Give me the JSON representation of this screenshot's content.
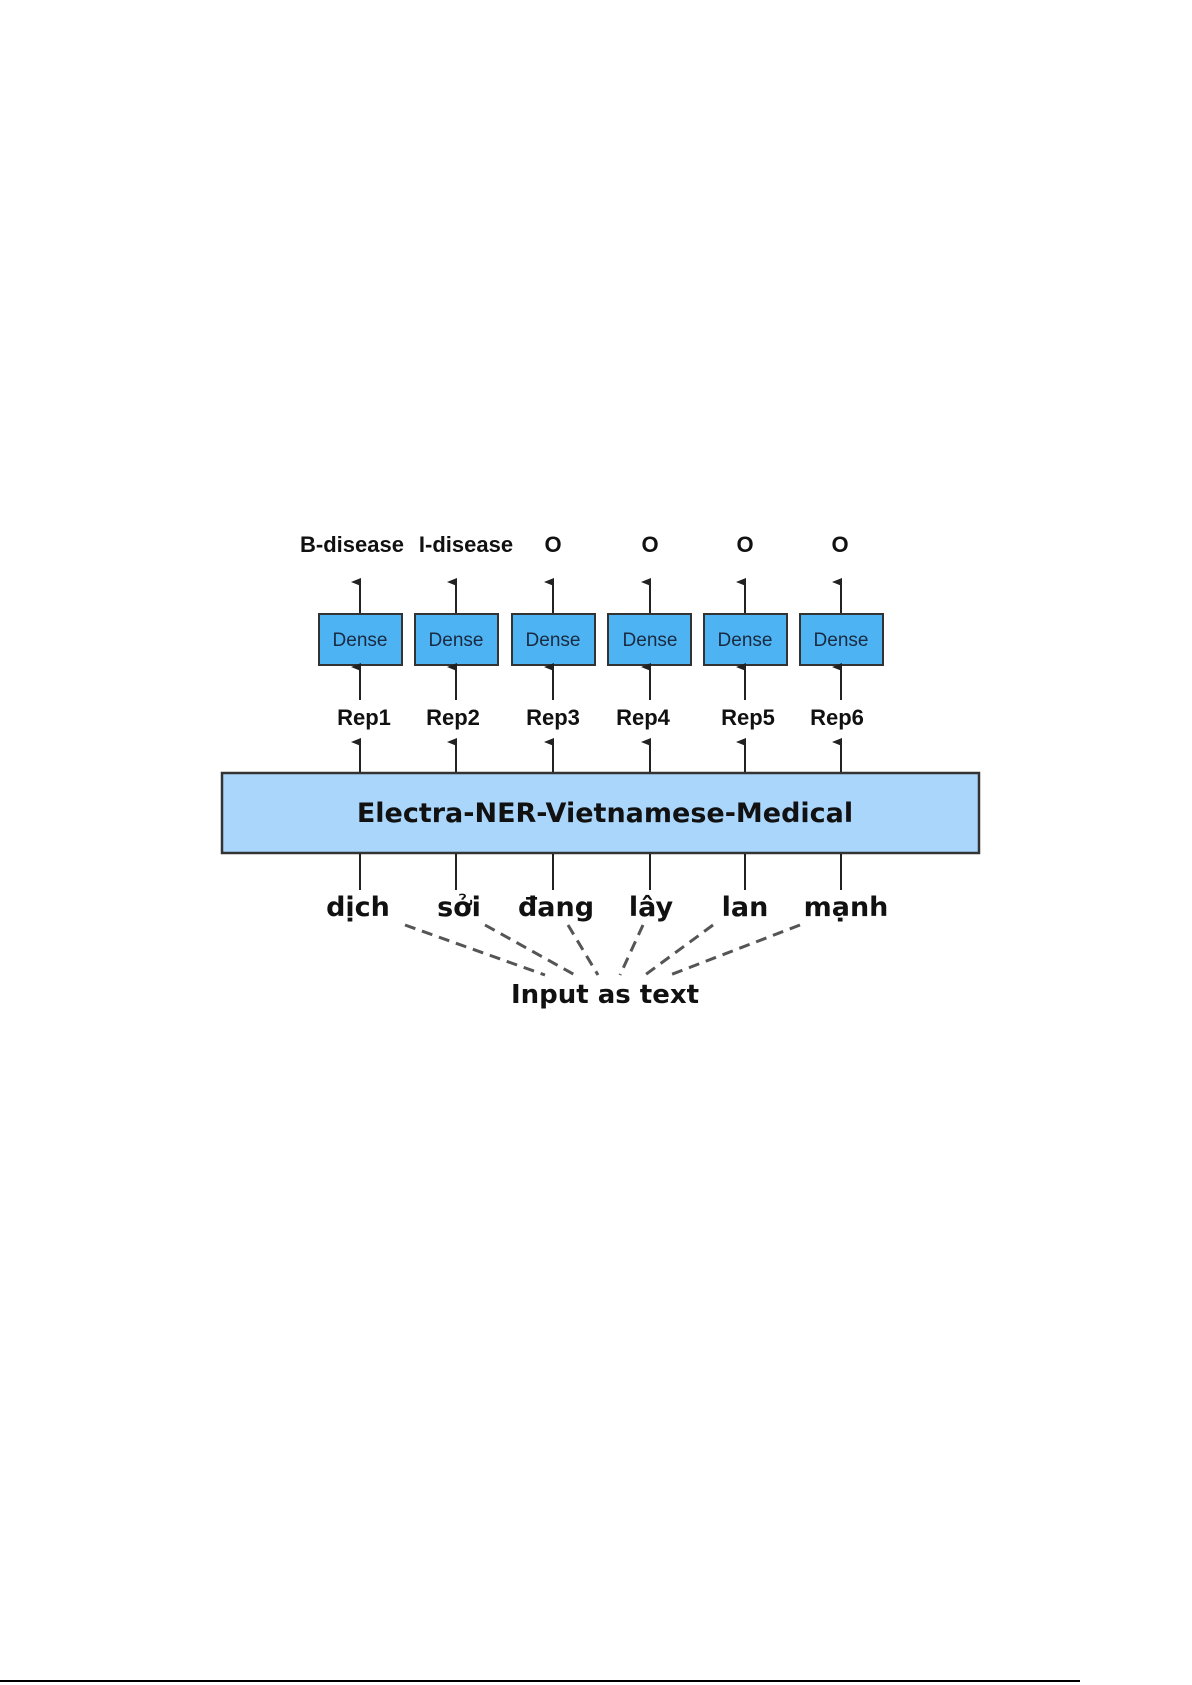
{
  "diagram": {
    "output_tags": [
      "B-disease",
      "I-disease",
      "O",
      "O",
      "O",
      "O"
    ],
    "dense_label": "Dense",
    "reps": [
      "Rep1",
      "Rep2",
      "Rep3",
      "Rep4",
      "Rep5",
      "Rep6"
    ],
    "model_name": "Electra-NER-Vietnamese-Medical",
    "tokens": [
      "dịch",
      "sởi",
      "đang",
      "lây",
      "lan",
      "mạnh"
    ],
    "input_label": "Input as text"
  },
  "colors": {
    "dense_fill": "#4db3f2",
    "model_fill": "#aad6fb",
    "stroke": "#333333",
    "dash": "#555555"
  }
}
